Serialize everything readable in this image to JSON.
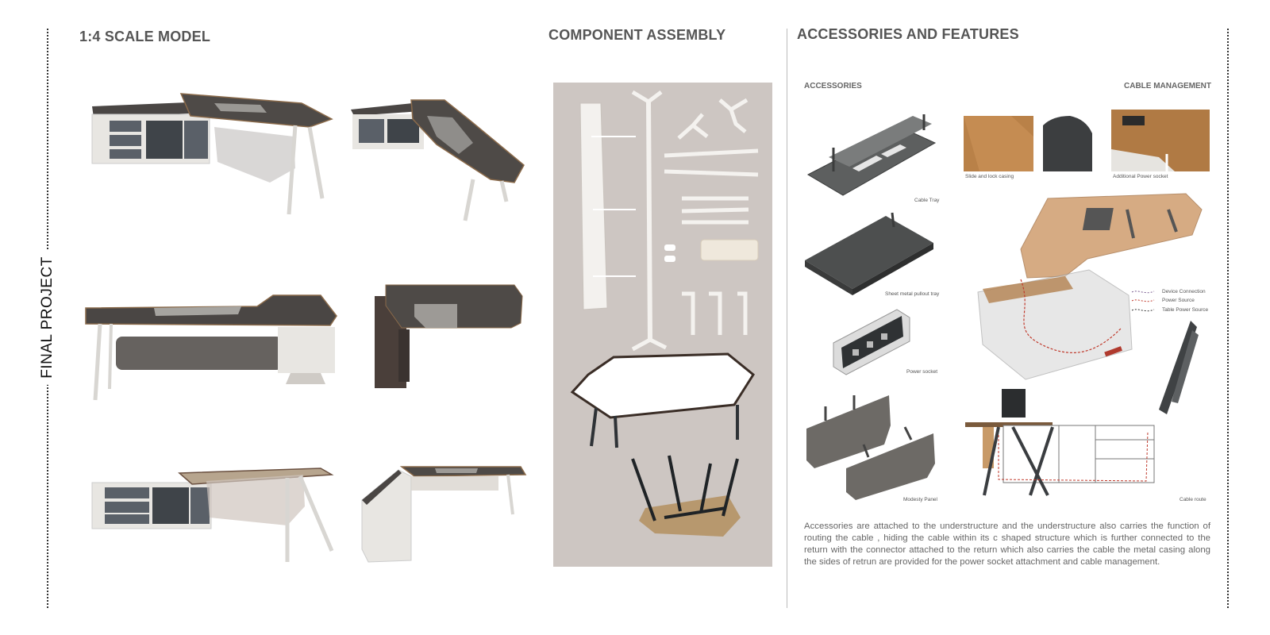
{
  "sidebar": {
    "title": "FINAL PROJECT"
  },
  "sections": {
    "scale_model": {
      "title": "1:4 SCALE MODEL"
    },
    "component_assembly": {
      "title": "COMPONENT ASSEMBLY"
    },
    "accessories_features": {
      "title": "ACCESSORIES AND FEATURES",
      "accessories_label": "ACCESSORIES",
      "cable_label": "CABLE MANAGEMENT",
      "captions": {
        "cable_tray": "Cable Tray",
        "pullout_tray": "Sheet metal pullout tray",
        "power_socket": "Power socket",
        "modesty_panel": "Modesty Panel",
        "slide_lock": "Slide and lock casing",
        "additional_socket": "Additional Power socket",
        "cable_route": "Cable route"
      },
      "legend": [
        "Device Connection",
        "Power Source",
        "Table Power Source"
      ],
      "description": "Accessories are attached to the understructure and the understructure also carries the function of routing the cable , hiding the cable within its c shaped structure which is further connected to the return with the connector attached to the return which also carries the cable the metal casing along the sides of retrun are provided for the power socket attachment and cable management."
    }
  },
  "colors": {
    "desk_top": "#4a4644",
    "desk_edge": "#8a6a4a",
    "cabinet": "#e8e6e2",
    "drawer": "#5a6068",
    "panel_bg": "#cdc6c2",
    "wood": "#c08a50",
    "metal": "#5c5c5c",
    "cable_line": "#c0392b"
  }
}
